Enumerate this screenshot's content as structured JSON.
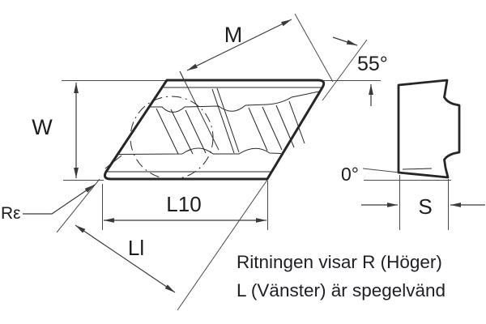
{
  "drawing": {
    "title_context": "insert-dimension-drawing",
    "labels": {
      "m": "M",
      "corner_angle": "55°",
      "w": "W",
      "corner_radius": "Rε",
      "l10": "L10",
      "ll": "Ll",
      "thickness": "S",
      "clearance_angle": "0°"
    },
    "note": {
      "line1": "Ritningen visar R (Höger)",
      "line2": "L (Vänster) är spegelvänd"
    },
    "colors": {
      "outline": "#262626",
      "extension": "#4a4a4a",
      "dimension": "#3a3a3a",
      "text": "#1c1c1c",
      "note_text": "#1e1e24",
      "background": "#ffffff"
    }
  }
}
